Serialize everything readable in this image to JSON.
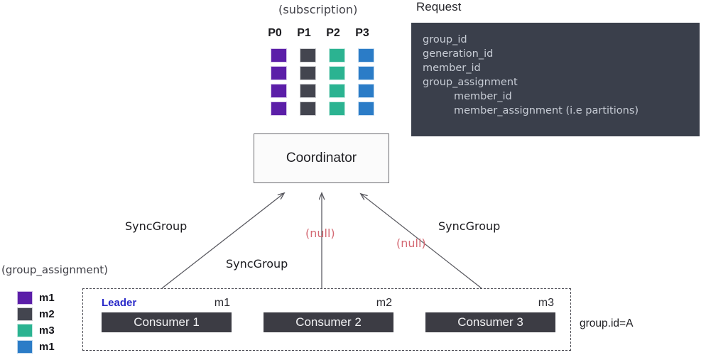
{
  "subscription": {
    "title": "(subscription)",
    "partitions": [
      "P0",
      "P1",
      "P2",
      "P3"
    ],
    "rows": 4,
    "colors": [
      "#5b1ea8",
      "#43454f",
      "#2bb391",
      "#2b7cc7"
    ]
  },
  "request": {
    "title": "Request",
    "lines": [
      {
        "text": "group_id",
        "indent": false
      },
      {
        "text": "generation_id",
        "indent": false
      },
      {
        "text": "member_id",
        "indent": false
      },
      {
        "text": "group_assignment",
        "indent": false
      },
      {
        "text": "member_id",
        "indent": true
      },
      {
        "text": "member_assignment (i.e partitions)",
        "indent": true
      }
    ],
    "background": "#3a3f4b",
    "text_color": "#c8cdd6"
  },
  "coordinator": {
    "label": "Coordinator"
  },
  "edges": [
    {
      "id": "sync-left",
      "label": "SyncGroup",
      "kind": "sync"
    },
    {
      "id": "sync-mid",
      "label": "SyncGroup",
      "kind": "sync"
    },
    {
      "id": "sync-right",
      "label": "SyncGroup",
      "kind": "sync"
    },
    {
      "id": "null-mid",
      "label": "(null)",
      "kind": "null"
    },
    {
      "id": "null-right",
      "label": "(null)",
      "kind": "null"
    }
  ],
  "legend": {
    "title": "(group_assignment)",
    "items": [
      {
        "color": "#5b1ea8",
        "label": "m1"
      },
      {
        "color": "#43454f",
        "label": "m2"
      },
      {
        "color": "#2bb391",
        "label": "m3"
      },
      {
        "color": "#2b7cc7",
        "label": "m1"
      }
    ]
  },
  "consumer_group": {
    "group_id_label": "group.id=A",
    "consumers": [
      {
        "name": "Consumer 1",
        "member": "m1",
        "leader_tag": "Leader"
      },
      {
        "name": "Consumer 2",
        "member": "m2",
        "leader_tag": ""
      },
      {
        "name": "Consumer 3",
        "member": "m3",
        "leader_tag": ""
      }
    ]
  },
  "colors": {
    "purple": "#5b1ea8",
    "gray": "#43454f",
    "teal": "#2bb391",
    "blue": "#2b7cc7",
    "leader_blue": "#2b2bc9",
    "null_red": "#d46a74",
    "consumer_dark": "#3c3c44"
  }
}
